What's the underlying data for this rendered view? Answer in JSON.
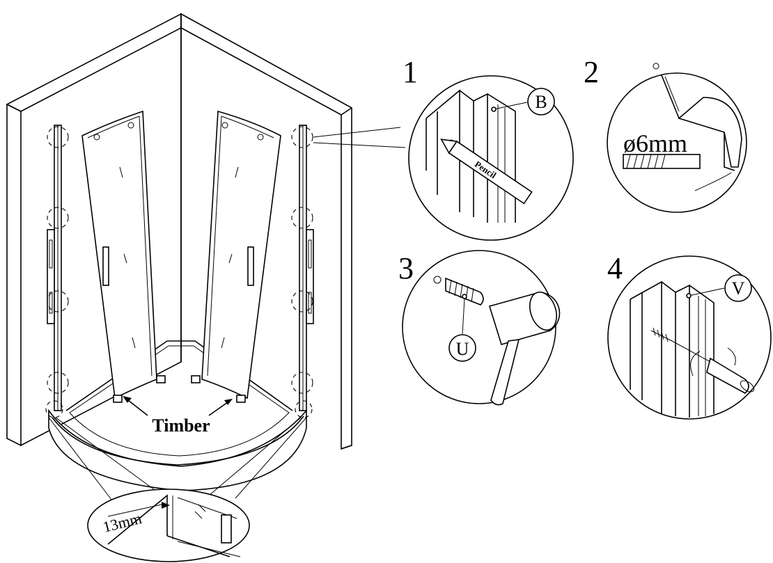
{
  "diagram": {
    "steps": [
      {
        "number": "1",
        "label": "B",
        "tool_text": "Pencil"
      },
      {
        "number": "2",
        "drill_size": "ø6mm"
      },
      {
        "number": "3",
        "label": "U"
      },
      {
        "number": "4",
        "label": "V"
      }
    ],
    "timber_label": "Timber",
    "gap_label": "13mm"
  }
}
